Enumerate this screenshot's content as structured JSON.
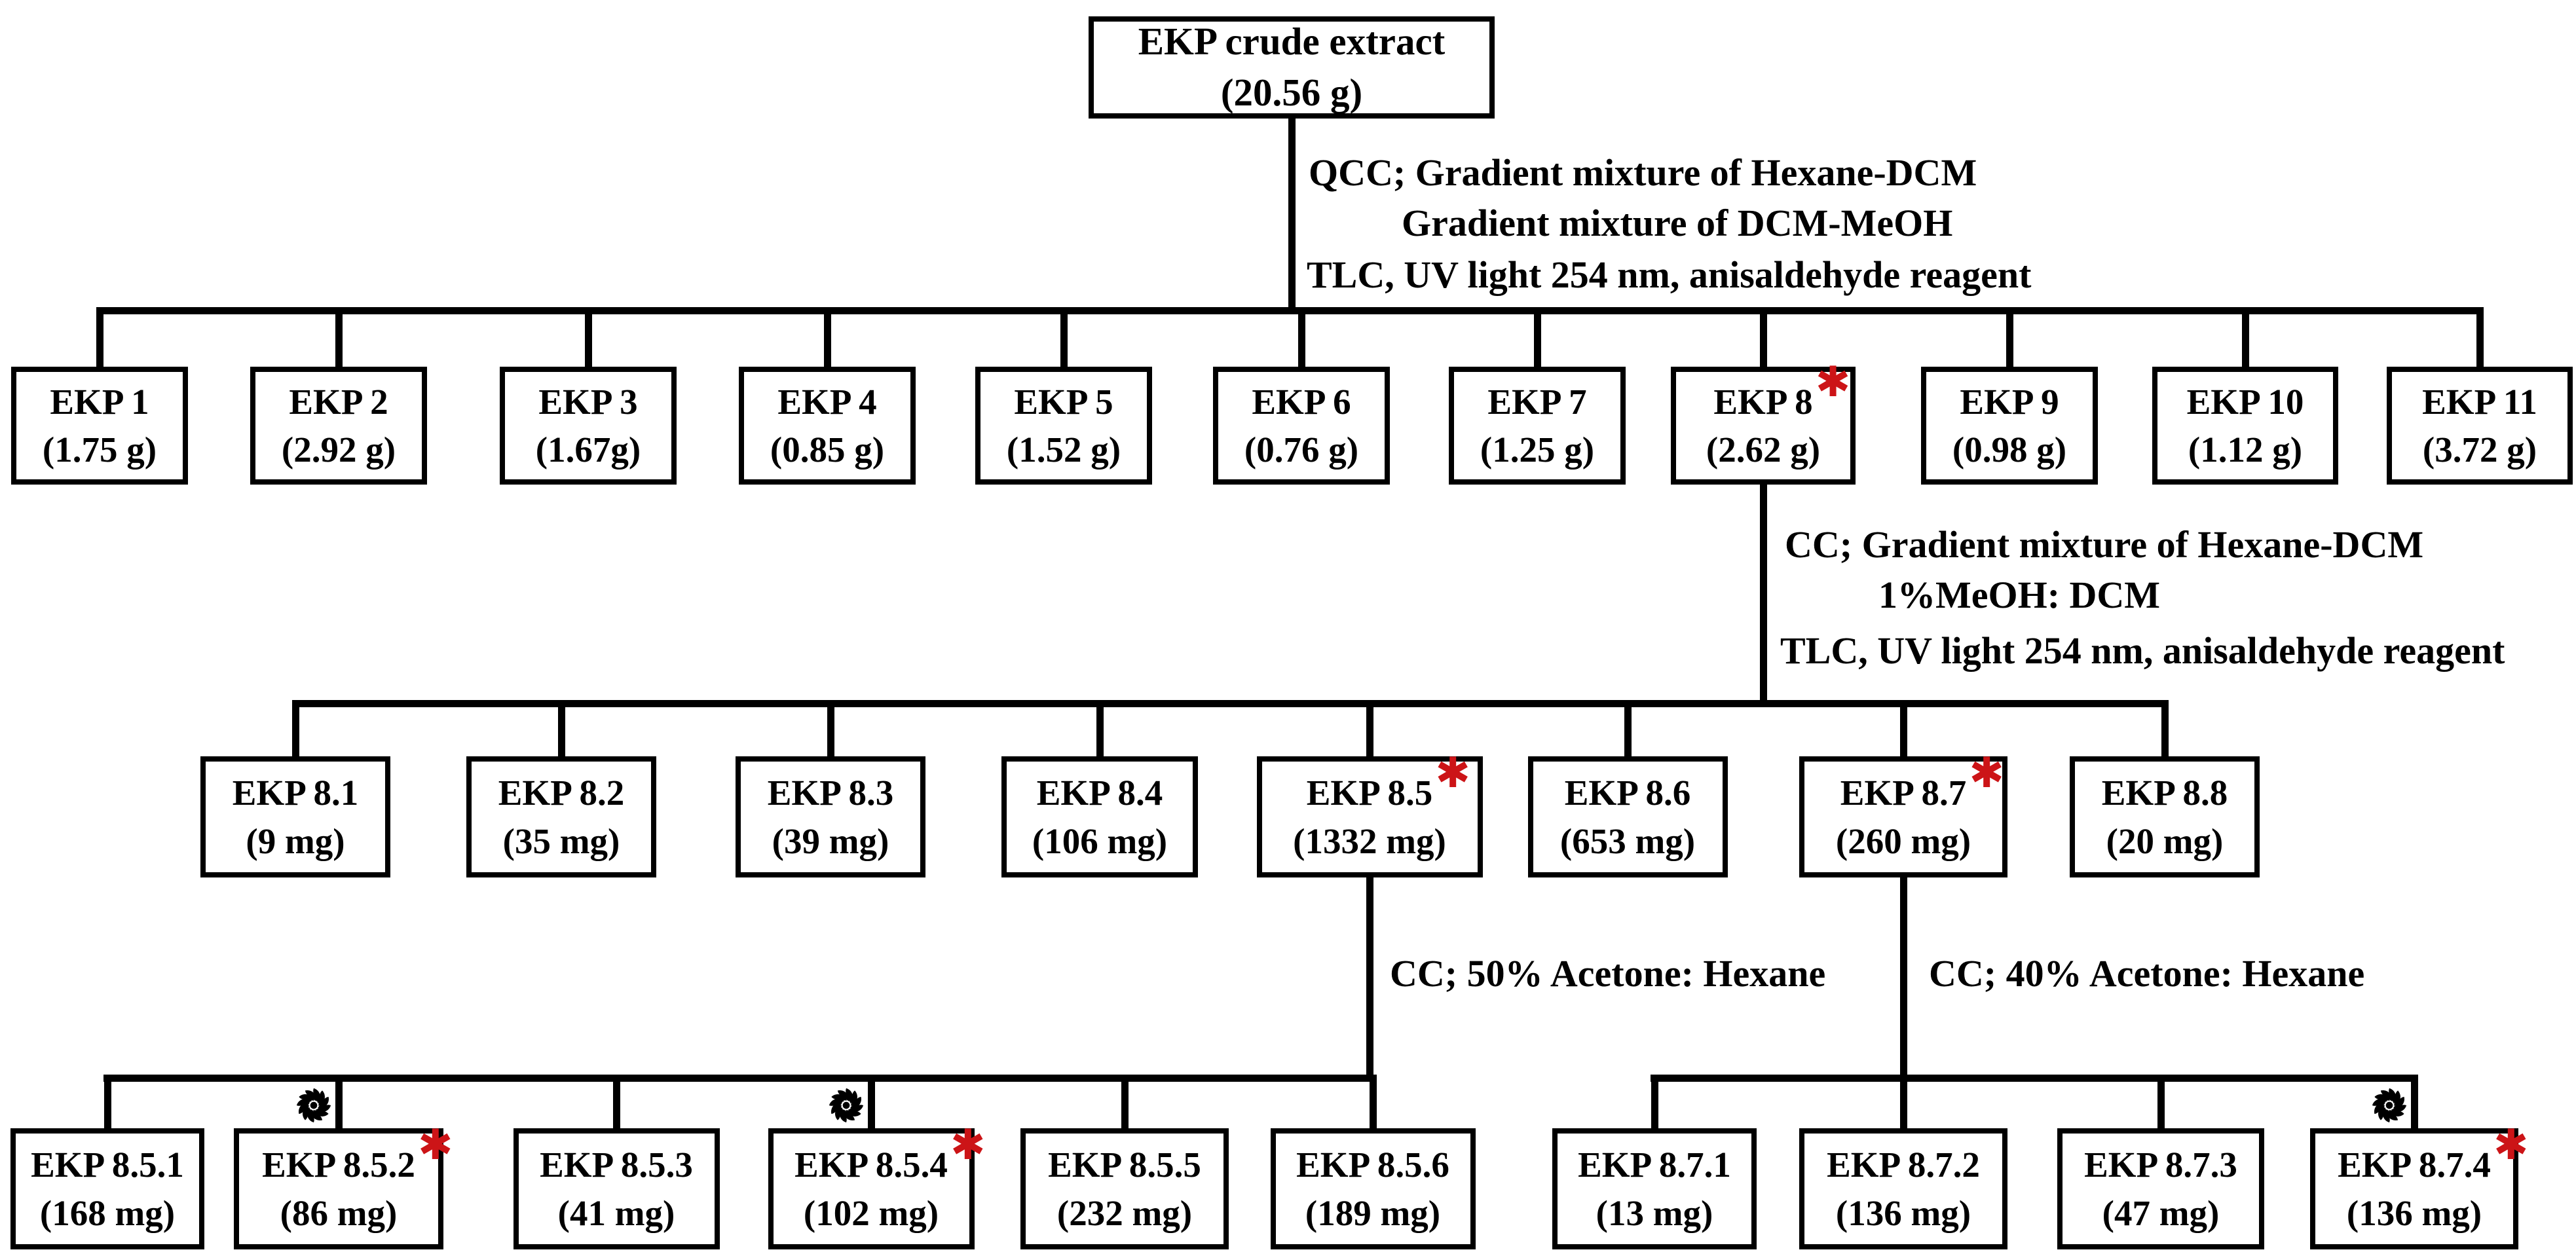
{
  "root": {
    "label": "EKP crude extract",
    "mass": "(20.56 g)",
    "starred": false
  },
  "steps": {
    "step1": {
      "line1": "QCC; Gradient mixture of Hexane-DCM",
      "line2": "Gradient mixture of DCM-MeOH",
      "tlc": "TLC, UV light 254 nm, anisaldehyde reagent"
    },
    "step2": {
      "line1": "CC; Gradient mixture of Hexane-DCM",
      "line2": "1%MeOH: DCM",
      "tlc": "TLC, UV light 254 nm, anisaldehyde reagent"
    },
    "step3_left": {
      "line1": "CC; 50% Acetone: Hexane"
    },
    "step3_right": {
      "line1": "CC; 40% Acetone: Hexane"
    }
  },
  "level1": [
    {
      "label": "EKP 1",
      "mass": "(1.75 g)",
      "starred": false,
      "swirl": false
    },
    {
      "label": "EKP 2",
      "mass": "(2.92 g)",
      "starred": false,
      "swirl": false
    },
    {
      "label": "EKP 3",
      "mass": "(1.67g)",
      "starred": false,
      "swirl": false
    },
    {
      "label": "EKP 4",
      "mass": "(0.85 g)",
      "starred": false,
      "swirl": false
    },
    {
      "label": "EKP 5",
      "mass": "(1.52 g)",
      "starred": false,
      "swirl": false
    },
    {
      "label": "EKP 6",
      "mass": "(0.76 g)",
      "starred": false,
      "swirl": false
    },
    {
      "label": "EKP 7",
      "mass": "(1.25 g)",
      "starred": false,
      "swirl": false
    },
    {
      "label": "EKP 8",
      "mass": "(2.62 g)",
      "starred": true,
      "swirl": false
    },
    {
      "label": "EKP 9",
      "mass": "(0.98 g)",
      "starred": false,
      "swirl": false
    },
    {
      "label": "EKP 10",
      "mass": "(1.12 g)",
      "starred": false,
      "swirl": false
    },
    {
      "label": "EKP 11",
      "mass": "(3.72 g)",
      "starred": false,
      "swirl": false
    }
  ],
  "level2": [
    {
      "label": "EKP 8.1",
      "mass": "(9 mg)",
      "starred": false,
      "swirl": false
    },
    {
      "label": "EKP 8.2",
      "mass": "(35 mg)",
      "starred": false,
      "swirl": false
    },
    {
      "label": "EKP 8.3",
      "mass": "(39 mg)",
      "starred": false,
      "swirl": false
    },
    {
      "label": "EKP 8.4",
      "mass": "(106 mg)",
      "starred": false,
      "swirl": false
    },
    {
      "label": "EKP 8.5",
      "mass": "(1332 mg)",
      "starred": true,
      "swirl": false
    },
    {
      "label": "EKP 8.6",
      "mass": "(653 mg)",
      "starred": false,
      "swirl": false
    },
    {
      "label": "EKP 8.7",
      "mass": "(260 mg)",
      "starred": true,
      "swirl": false
    },
    {
      "label": "EKP 8.8",
      "mass": "(20 mg)",
      "starred": false,
      "swirl": false
    }
  ],
  "level3_left": [
    {
      "label": "EKP 8.5.1",
      "mass": "(168 mg)",
      "starred": false,
      "swirl": false
    },
    {
      "label": "EKP 8.5.2",
      "mass": "(86 mg)",
      "starred": true,
      "swirl": true
    },
    {
      "label": "EKP 8.5.3",
      "mass": "(41 mg)",
      "starred": false,
      "swirl": false
    },
    {
      "label": "EKP 8.5.4",
      "mass": "(102 mg)",
      "starred": true,
      "swirl": true
    },
    {
      "label": "EKP 8.5.5",
      "mass": "(232 mg)",
      "starred": false,
      "swirl": false
    },
    {
      "label": "EKP 8.5.6",
      "mass": "(189 mg)",
      "starred": false,
      "swirl": false
    }
  ],
  "level3_right": [
    {
      "label": "EKP 8.7.1",
      "mass": "(13 mg)",
      "starred": false,
      "swirl": false
    },
    {
      "label": "EKP 8.7.2",
      "mass": "(136 mg)",
      "starred": false,
      "swirl": false
    },
    {
      "label": "EKP 8.7.3",
      "mass": "(47 mg)",
      "starred": false,
      "swirl": false
    },
    {
      "label": "EKP 8.7.4",
      "mass": "(136 mg)",
      "starred": true,
      "swirl": true
    }
  ],
  "icons": {
    "star_glyph": "✱",
    "star_meaning": "asterisk-icon",
    "swirl_meaning": "pinwheel-icon"
  },
  "colors": {
    "asterisk": "#cc1417",
    "line": "#000000",
    "background": "#ffffff"
  }
}
